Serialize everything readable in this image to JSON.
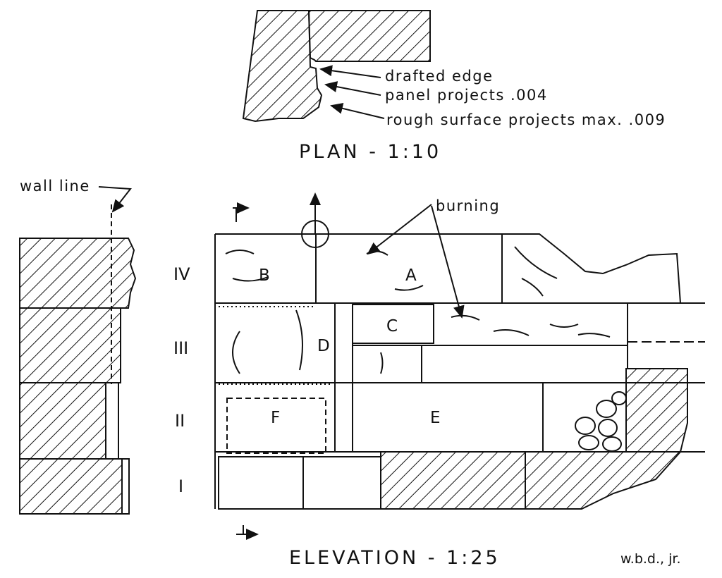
{
  "plan": {
    "callouts": [
      "drafted edge",
      "panel projects .004",
      "rough surface projects max. .009"
    ],
    "title": "PLAN - 1:10"
  },
  "section": {
    "wall_line_label": "wall line"
  },
  "elevation": {
    "title": "ELEVATION - 1:25",
    "burning_label": "burning",
    "courses": [
      "IV",
      "III",
      "II",
      "I"
    ],
    "stones": [
      "A",
      "B",
      "C",
      "D",
      "E",
      "F"
    ]
  },
  "signature": "w.b.d., jr."
}
